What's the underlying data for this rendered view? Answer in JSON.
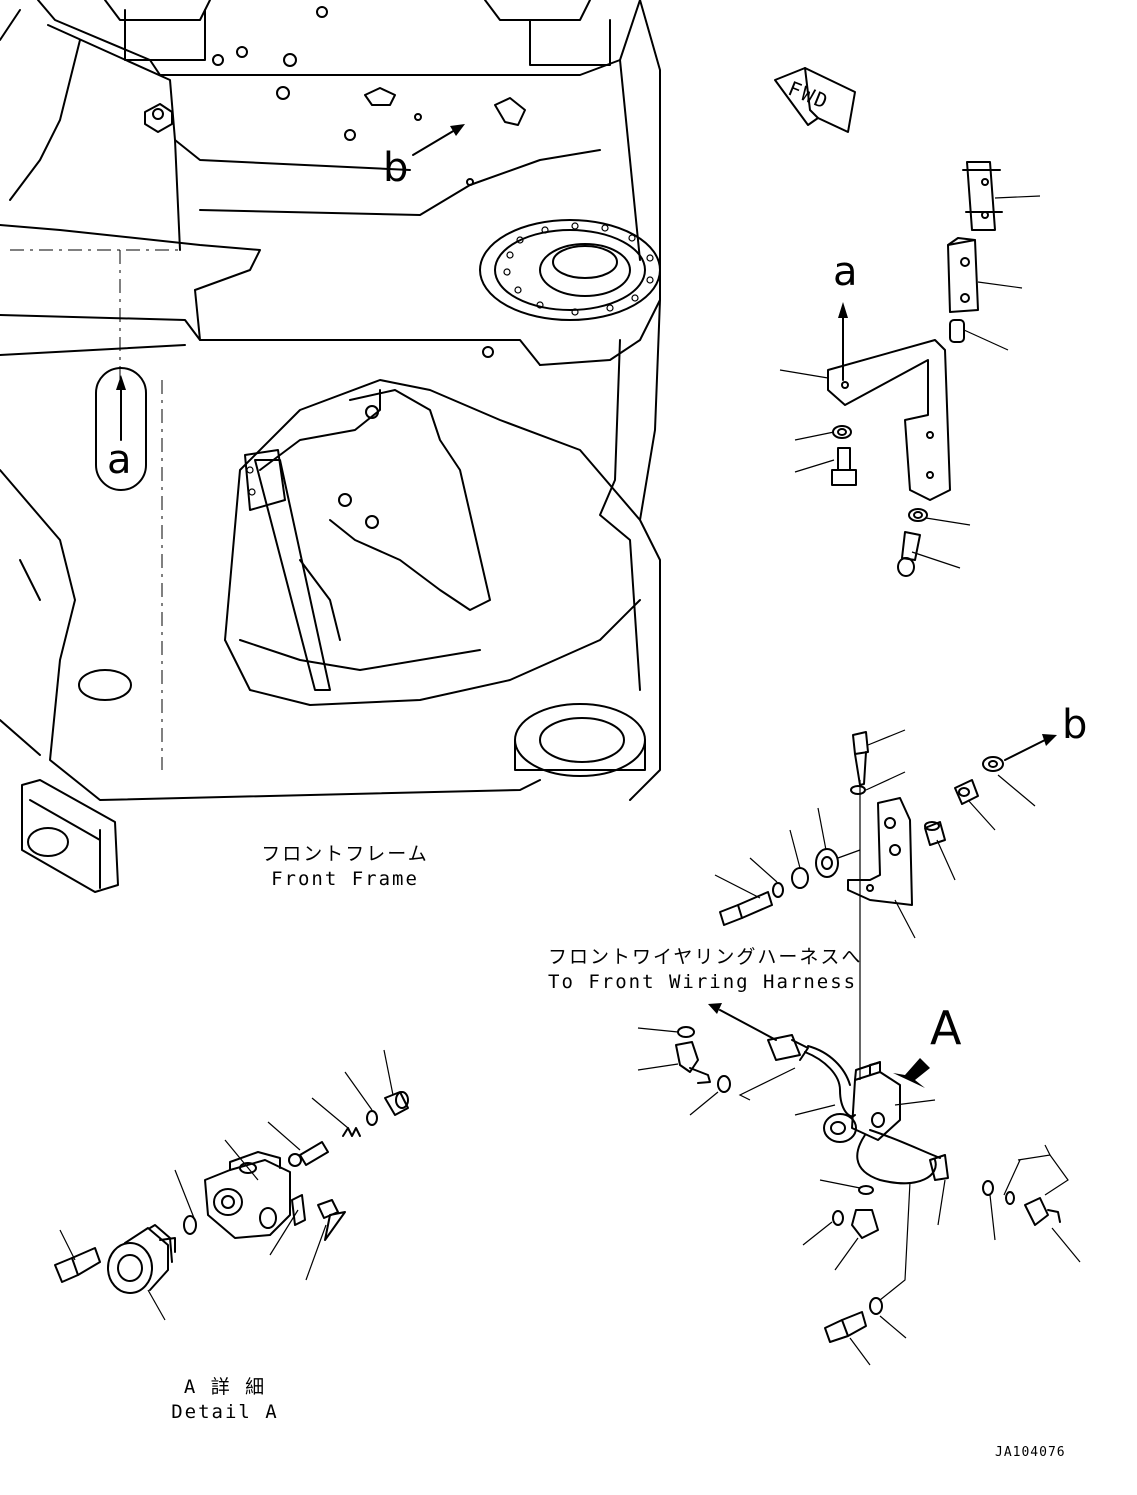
{
  "figure_code": "JA104076",
  "fwd_marker": "FWD",
  "view_markers": {
    "a_frame": "a",
    "b_frame": "b",
    "a_bracket": "a",
    "b_bracket": "b",
    "detail_letter": "A"
  },
  "captions": {
    "front_frame_jp": "フロントフレーム",
    "front_frame_en": "Front Frame",
    "harness_jp": "フロントワイヤリングハーネスへ",
    "harness_en": "To Front Wiring Harness",
    "detail_jp": "A 詳 細",
    "detail_en": "Detail A"
  }
}
